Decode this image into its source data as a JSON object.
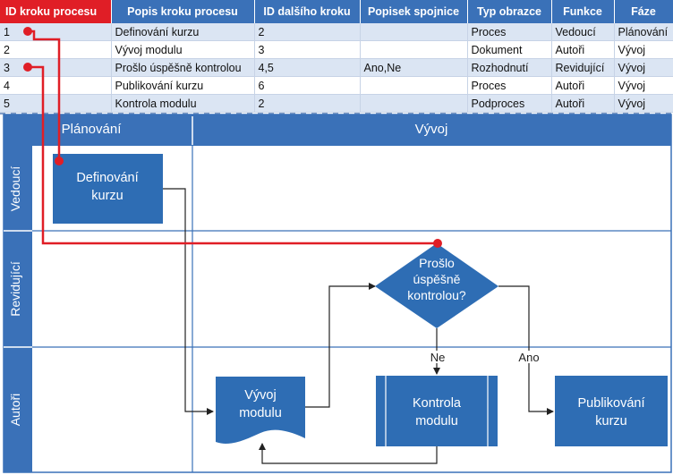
{
  "table": {
    "headers": [
      "ID kroku procesu",
      "Popis kroku procesu",
      "ID dalšího kroku",
      "Popisek spojnice",
      "Typ obrazce",
      "Funkce",
      "Fáze"
    ],
    "rows": [
      [
        "1",
        "Definování kurzu",
        "2",
        "",
        "Proces",
        "Vedoucí",
        "Plánování"
      ],
      [
        "2",
        "Vývoj modulu",
        "3",
        "",
        "Dokument",
        "Autoři",
        "Vývoj"
      ],
      [
        "3",
        "Prošlo úspěšně kontrolou",
        "4,5",
        "Ano,Ne",
        "Rozhodnutí",
        "Revidující",
        "Vývoj"
      ],
      [
        "4",
        "Publikování kurzu",
        "6",
        "",
        "Proces",
        "Autoři",
        "Vývoj"
      ],
      [
        "5",
        "Kontrola modulu",
        "2",
        "",
        "Podproces",
        "Autoři",
        "Vývoj"
      ]
    ]
  },
  "diagram": {
    "phases": [
      "Plánování",
      "Vývoj"
    ],
    "lanes": [
      "Vedoucí",
      "Revidující",
      "Autoři"
    ],
    "shapes": {
      "define": [
        "Definování",
        "kurzu"
      ],
      "decision": [
        "Prošlo",
        "úspěšně",
        "kontrolou?"
      ],
      "develop": [
        "Vývoj",
        "modulu"
      ],
      "review": [
        "Kontrola",
        "modulu"
      ],
      "publish": [
        "Publikování",
        "kurzu"
      ]
    },
    "connector_labels": {
      "no": "Ne",
      "yes": "Ano"
    }
  },
  "colors": {
    "header_blue": "#3a71b8",
    "highlight_red": "#e01e26",
    "shape_blue": "#2e6db4",
    "row_alt": "#dbe5f3"
  }
}
